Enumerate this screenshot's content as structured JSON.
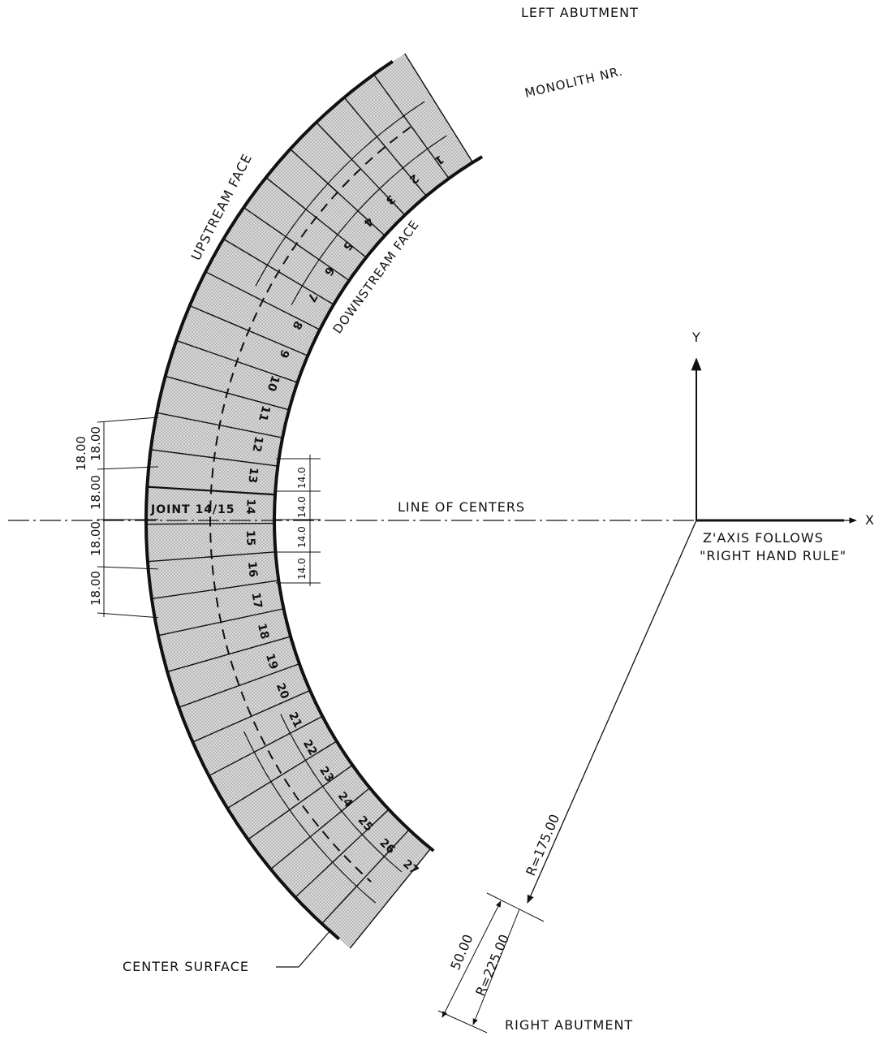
{
  "labels": {
    "left_abutment": "LEFT ABUTMENT",
    "monolith_nr": "MONOLITH NR.",
    "upstream_face": "UPSTREAM FACE",
    "downstream_face": "DOWNSTREAM FACE",
    "line_of_centers": "LINE OF CENTERS",
    "joint": "JOINT 14/15",
    "z_axis_line1": "Z'AXIS FOLLOWS",
    "z_axis_line2": "\"RIGHT HAND RULE\"",
    "y_axis": "Y",
    "x_axis": "X",
    "center_surface": "CENTER SURFACE",
    "right_abutment": "RIGHT ABUTMENT"
  },
  "dimensions": {
    "r_inner": "R=175.00",
    "r_outer": "R=225.00",
    "thickness": "50.00",
    "upstream_spacing": [
      "18.00",
      "18.00",
      "18.00",
      "18.00",
      "18.00"
    ],
    "downstream_spacing": [
      "14.0",
      "14.0",
      "14.0",
      "14.0"
    ]
  },
  "monoliths": [
    "1",
    "2",
    "3",
    "4",
    "5",
    "6",
    "7",
    "8",
    "9",
    "10",
    "11",
    "12",
    "13",
    "14",
    "15",
    "16",
    "17",
    "18",
    "19",
    "20",
    "21",
    "22",
    "23",
    "24",
    "25",
    "26",
    "27"
  ],
  "colors": {
    "fill": "#d6d6d6",
    "fill_dark": "#bdbdbd",
    "line": "#111111"
  }
}
